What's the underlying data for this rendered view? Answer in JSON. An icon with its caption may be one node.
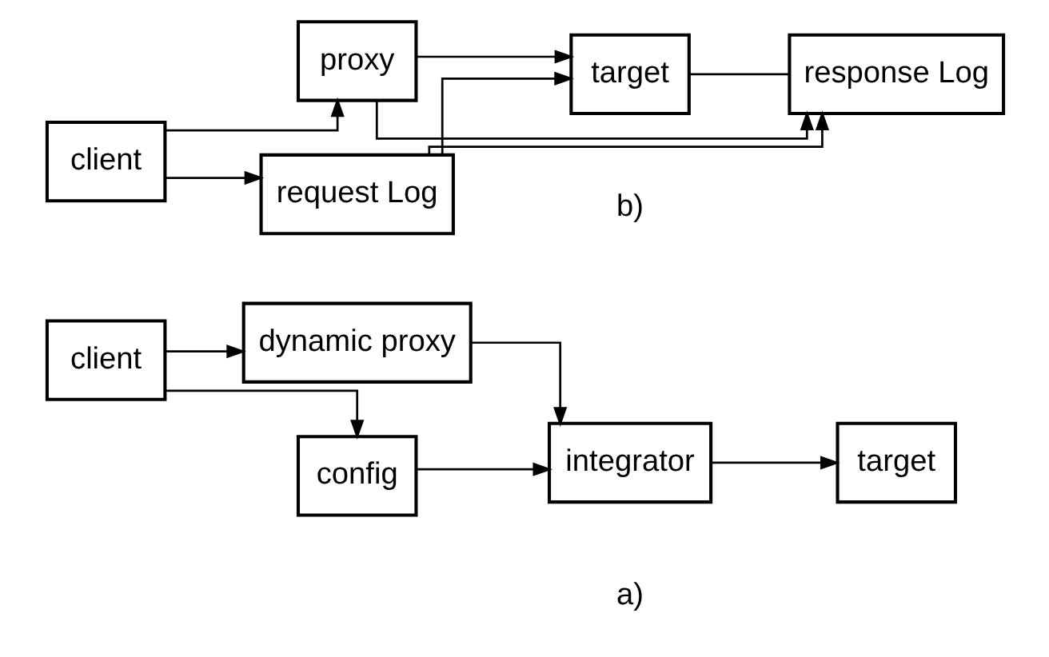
{
  "diagram": {
    "nodes": [
      {
        "text": [
          "client"
        ]
      },
      {
        "text": [
          "dynamic proxy"
        ]
      },
      {
        "text": [
          "config"
        ]
      },
      {
        "text": [
          "integrator"
        ]
      },
      {
        "text": [
          "target"
        ]
      },
      {
        "text": [
          "client"
        ]
      },
      {
        "text": [
          "proxy"
        ]
      },
      {
        "text": [
          "request Log"
        ]
      },
      {
        "text": [
          "target"
        ]
      },
      {
        "text": [
          "response Log"
        ]
      }
    ],
    "edges": [
      {
        "from": 0,
        "to": 1,
        "arrow": "to"
      },
      {
        "from": 0,
        "to": 2,
        "arrow": "to"
      },
      {
        "from": 1,
        "to": 3,
        "arrow": "to"
      },
      {
        "from": 2,
        "to": 3,
        "arrow": "to"
      },
      {
        "from": 3,
        "to": 4,
        "arrow": "to"
      },
      {
        "from": 5,
        "to": 6,
        "arrow": "to"
      },
      {
        "from": 5,
        "to": 7,
        "arrow": "to"
      },
      {
        "from": 6,
        "to": 8,
        "arrow": "to"
      },
      {
        "from": 6,
        "to": 9,
        "arrow": "to"
      },
      {
        "from": 7,
        "to": 8,
        "arrow": "to"
      },
      {
        "from": 7,
        "to": 9,
        "arrow": "to"
      },
      {
        "from": 8,
        "to": 9,
        "arrow": "none"
      }
    ],
    "labels": [
      "a)",
      "b)"
    ]
  }
}
